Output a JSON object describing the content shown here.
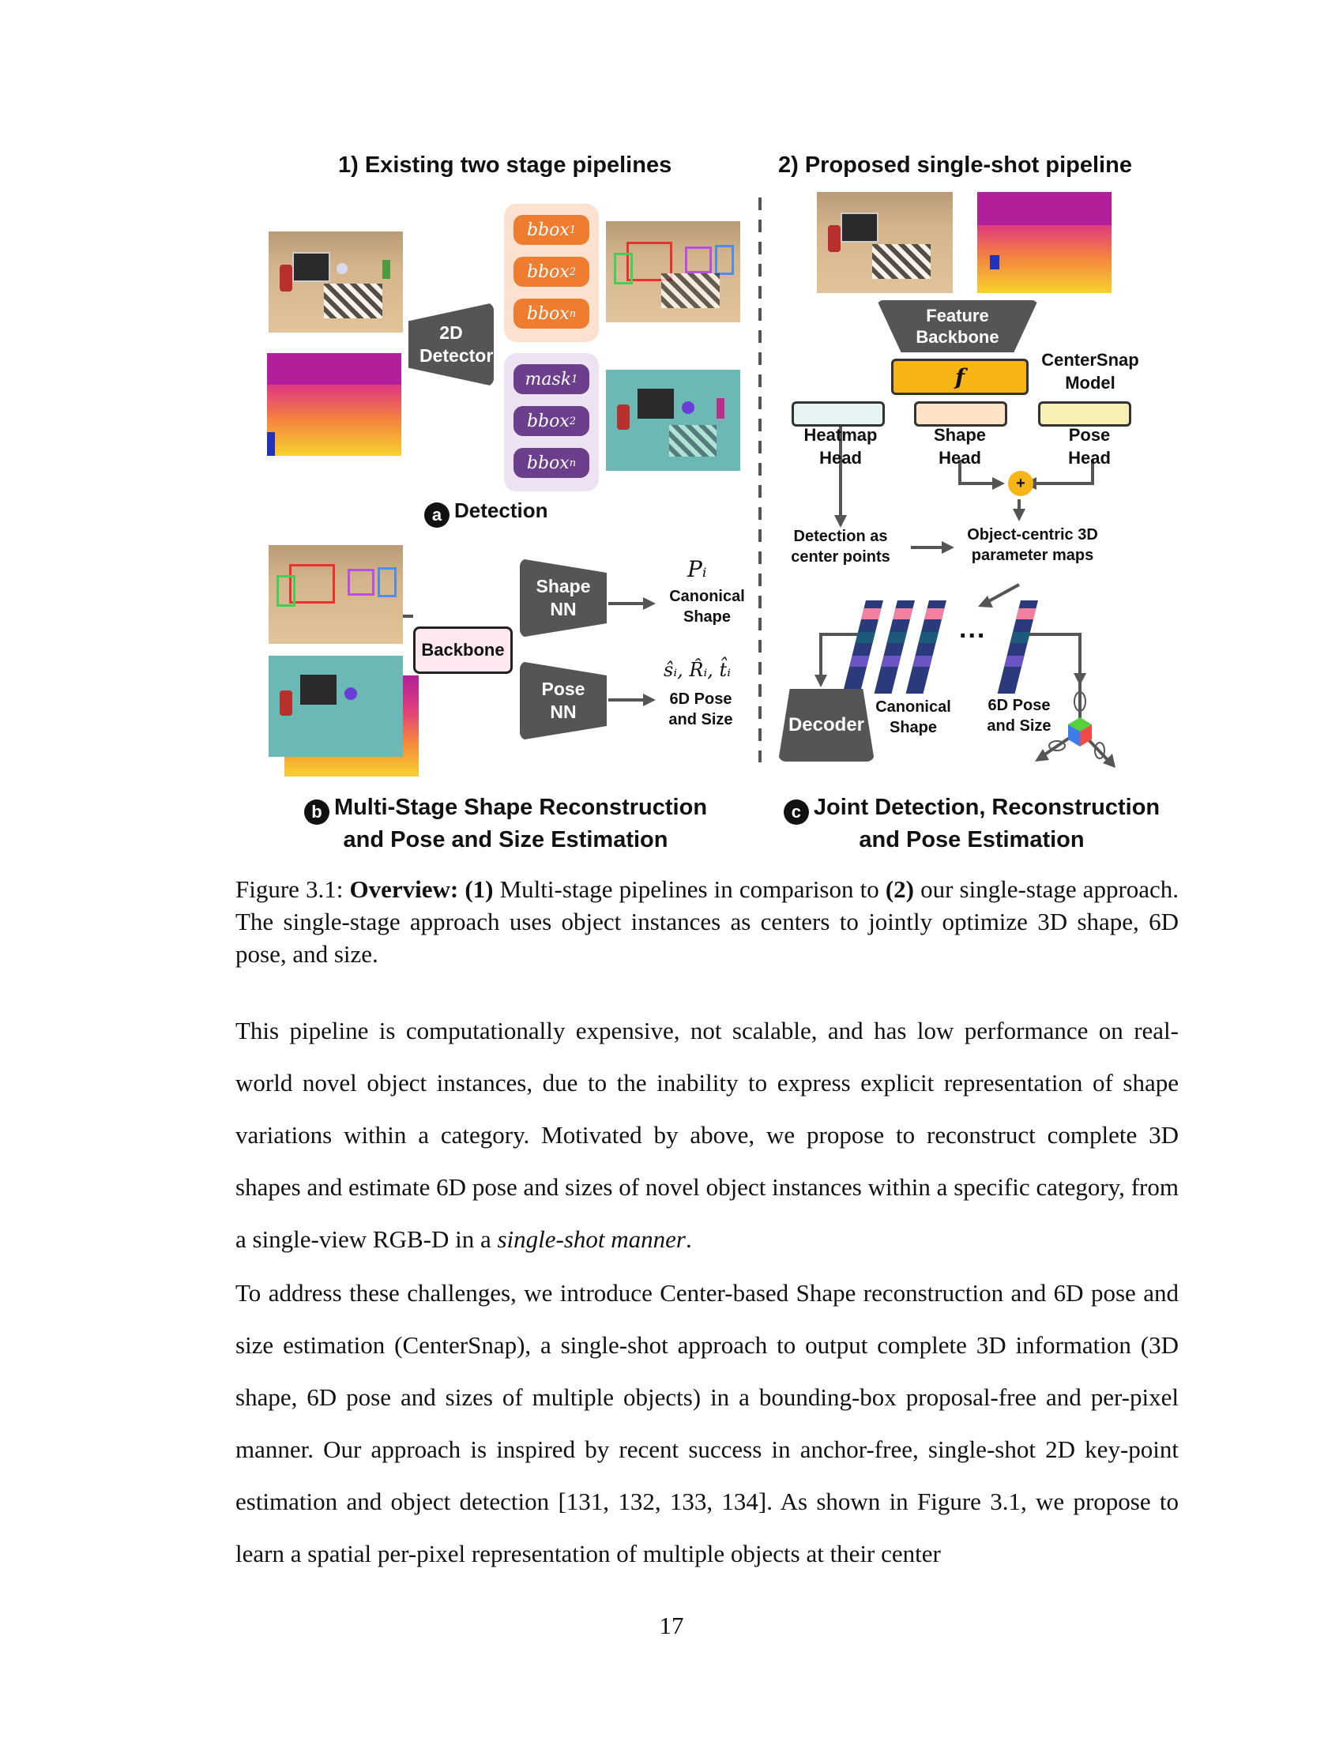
{
  "figure": {
    "left_title": "1) Existing two stage pipelines",
    "right_title": "2) Proposed single-shot pipeline",
    "detector_label": "2D Detector",
    "bbox_pills": [
      {
        "base": "bbox",
        "sub": "1"
      },
      {
        "base": "bbox",
        "sub": "2"
      },
      {
        "base": "bbox",
        "sub": "n"
      }
    ],
    "mask_pills": [
      {
        "base": "mask",
        "sub": "1"
      },
      {
        "base": "bbox",
        "sub": "2"
      },
      {
        "base": "bbox",
        "sub": "n"
      }
    ],
    "section_a": {
      "marker": "a",
      "label": "Detection"
    },
    "backbone_label": "Backbone",
    "shape_nn_label": "Shape NN",
    "pose_nn_label": "Pose NN",
    "canonical_shape_symbol": "Pᵢ",
    "canonical_shape_label": "Canonical Shape",
    "pose_symbol": "ŝᵢ, R̂ᵢ, t̂ᵢ",
    "pose_label": "6D Pose and Size",
    "section_b": {
      "marker": "b",
      "line1": "Multi-Stage Shape Reconstruction",
      "line2": "and Pose and Size Estimation"
    },
    "feature_backbone_label": "Feature Backbone",
    "f_symbol": "f",
    "centersnap_label": "CenterSnap Model",
    "heatmap_head": "Heatmap Head",
    "shape_head": "Shape Head",
    "pose_head": "Pose Head",
    "plus": "+",
    "detection_centers": "Detection as center points",
    "param_maps": "Object-centric 3D parameter maps",
    "dots": "...",
    "decoder_label": "Decoder",
    "canonical_shape_right": "Canonical Shape",
    "pose_size_right": "6D Pose and Size",
    "section_c": {
      "marker": "c",
      "line1": "Joint Detection, Reconstruction",
      "line2": "and Pose Estimation"
    }
  },
  "caption": {
    "prefix": "Figure 3.1:",
    "bold_title": "Overview:",
    "m1": "(1)",
    "t1": "Multi-stage pipelines in comparison to",
    "m2": "(2)",
    "t2": "our single-stage approach. The single-stage approach uses object instances as centers to jointly optimize 3D shape, 6D pose, and size."
  },
  "body": {
    "p1_text": "This pipeline is computationally expensive, not scalable, and has low performance on real-world novel object instances, due to the inability to express explicit representation of shape variations within a category. Motivated by above, we propose to reconstruct complete 3D shapes and estimate 6D pose and sizes of novel object instances within a specific category, from a single-view RGB-D in a",
    "p1_italic": "single-shot manner",
    "p1_end": ".",
    "p2": "To address these challenges, we introduce Center-based Shape reconstruction and 6D pose and size estimation (CenterSnap), a single-shot approach to output complete 3D information (3D shape, 6D pose and sizes of multiple objects) in a bounding-box proposal-free and per-pixel manner. Our approach is inspired by recent success in anchor-free, single-shot 2D key-point estimation and object detection [131, 132, 133, 134]. As shown in Figure 3.1, we propose to learn a spatial per-pixel representation of multiple objects at their center"
  },
  "page_number": "17",
  "colors": {
    "orange": "#ee7d2f",
    "purple": "#6b3f8c",
    "dark_block": "#555555",
    "feature_yellow": "#f7b515",
    "heatmap_head": "#e6f4f4",
    "shape_head": "#fde2c4",
    "pose_head": "#f7efb4",
    "teal_mask": "#6cb8b4"
  }
}
